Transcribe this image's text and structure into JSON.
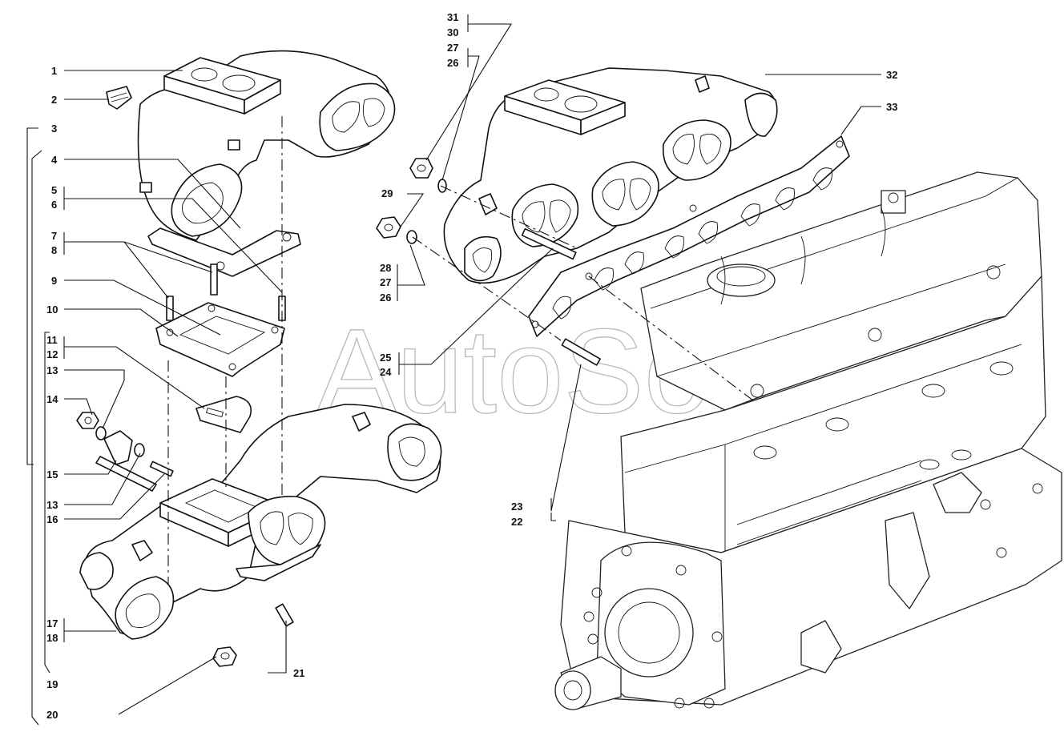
{
  "watermark": "AutoSoft",
  "callouts": {
    "c1": "1",
    "c2": "2",
    "c3": "3",
    "c4": "4",
    "c5": "5",
    "c6": "6",
    "c7": "7",
    "c8": "8",
    "c9": "9",
    "c10": "10",
    "c11": "11",
    "c12": "12",
    "c13a": "13",
    "c14": "14",
    "c15": "15",
    "c13b": "13",
    "c16": "16",
    "c17": "17",
    "c18": "18",
    "c19": "19",
    "c20": "20",
    "c21": "21",
    "c22": "22",
    "c23": "23",
    "c24": "24",
    "c25": "25",
    "c26a": "26",
    "c27a": "27",
    "c28": "28",
    "c29": "29",
    "c26b": "26",
    "c27b": "27",
    "c30": "30",
    "c31": "31",
    "c32": "32",
    "c33": "33"
  },
  "icons": [
    "nut-icon",
    "washer-icon",
    "stud-icon",
    "plug-icon",
    "gasket-icon"
  ]
}
